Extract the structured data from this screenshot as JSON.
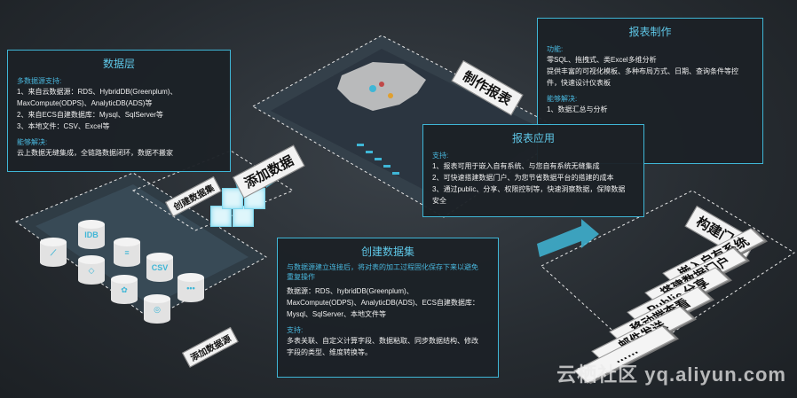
{
  "panels": {
    "data_layer": {
      "title": "数据层",
      "sub1": "多数据源支持:",
      "lines1": [
        "1、来自云数据源：RDS、HybridDB(Greenplum)、",
        "MaxCompute(ODPS)、AnalyticDB(ADS)等",
        "2、来自ECS自建数据库：Mysql、SqlServer等",
        "3、本地文件：CSV、Excel等"
      ],
      "sub2": "能够解决:",
      "lines2": [
        "云上数据无缝集成，全链路数据闭环，数据不搬家"
      ]
    },
    "report_make": {
      "title": "报表制作",
      "sub1": "功能:",
      "lines1": [
        "零SQL、拖拽式、类Excel多维分析",
        "提供丰富的可视化模板、多种布局方式、日期、查询条件等控",
        "件，快速设计仪表板"
      ],
      "sub2": "能够解决:",
      "lines2": [
        "1、数据汇总与分析"
      ]
    },
    "report_app": {
      "title": "报表应用",
      "sub1": "支持:",
      "lines1": [
        "1、报表可用于嵌入自有系统、与您自有系统无缝集成",
        "2、可快速搭建数据门户、为您节省数据平台的搭建的成本",
        "3、通过public、分享、权限控制等，快速洞察数据，保障数据",
        "安全"
      ]
    },
    "dataset": {
      "title": "创建数据集",
      "sub1": "与数据源建立连接后，将对表的加工过程固化保存下来以避免",
      "sub1b": "重复操作",
      "lines1": [
        "数据源：RDS、hybridDB(Greenplum)、",
        "MaxCompute(ODPS)、AnalyticDB(ADS)、ECS自建数据库：",
        "Mysql、SqlServer、本地文件等"
      ],
      "sub2": "支持:",
      "lines2": [
        "多表关联、自定义计算字段、数据粘取、同步数据结构、修改",
        "字段的类型、维度转换等。"
      ]
    }
  },
  "tags": {
    "add_data": "添加数据",
    "make_report": "制作报表",
    "build_portal": "构建门户",
    "create_dataset": "创建数据集",
    "add_datasource": "添加数据源"
  },
  "portal_items": [
    "嵌入自有系统",
    "搭建数据门户",
    "Public 分享",
    "移动端查看",
    "邮件发送",
    "……"
  ],
  "db_labels": [
    "IDB",
    "CSV"
  ],
  "watermark": "云栖社区 yq.aliyun.com",
  "colors": {
    "accent": "#3fb6d6",
    "panel_bg": "#1c2126",
    "bg": "#2a2f34"
  }
}
